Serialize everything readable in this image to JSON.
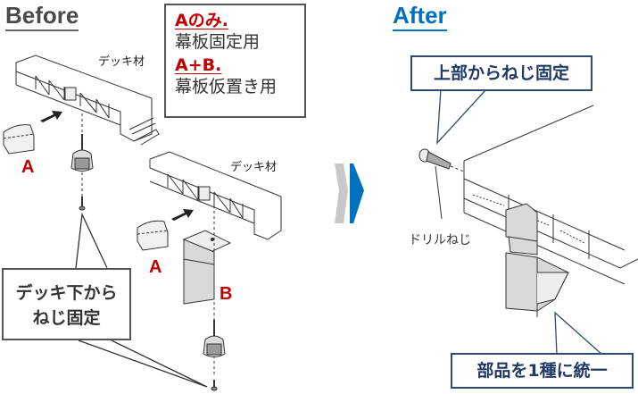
{
  "before": {
    "title": "Before",
    "legend": [
      {
        "key": "Aのみ.",
        "value": "幕板固定用"
      },
      {
        "key": "A+B.",
        "value": "幕板仮置き用"
      }
    ],
    "deck_label_1": "デッキ材",
    "deck_label_2": "デッキ材",
    "part_a_1": "A",
    "part_a_2": "A",
    "part_b": "B",
    "callout_line1": "デッキ下から",
    "callout_line2": "ねじ固定"
  },
  "after": {
    "title": "After",
    "callout_top": "上部からねじ固定",
    "screw_label": "ドリルねじ",
    "callout_bottom": "部品を1種に統一"
  },
  "colors": {
    "before_title": "#4a4a4a",
    "after_title": "#0070c0",
    "part_letter": "#c00000",
    "callout_after_text": "#1f3864",
    "arrow_gray": "#c8c8c8",
    "arrow_blue": "#0070c0"
  }
}
